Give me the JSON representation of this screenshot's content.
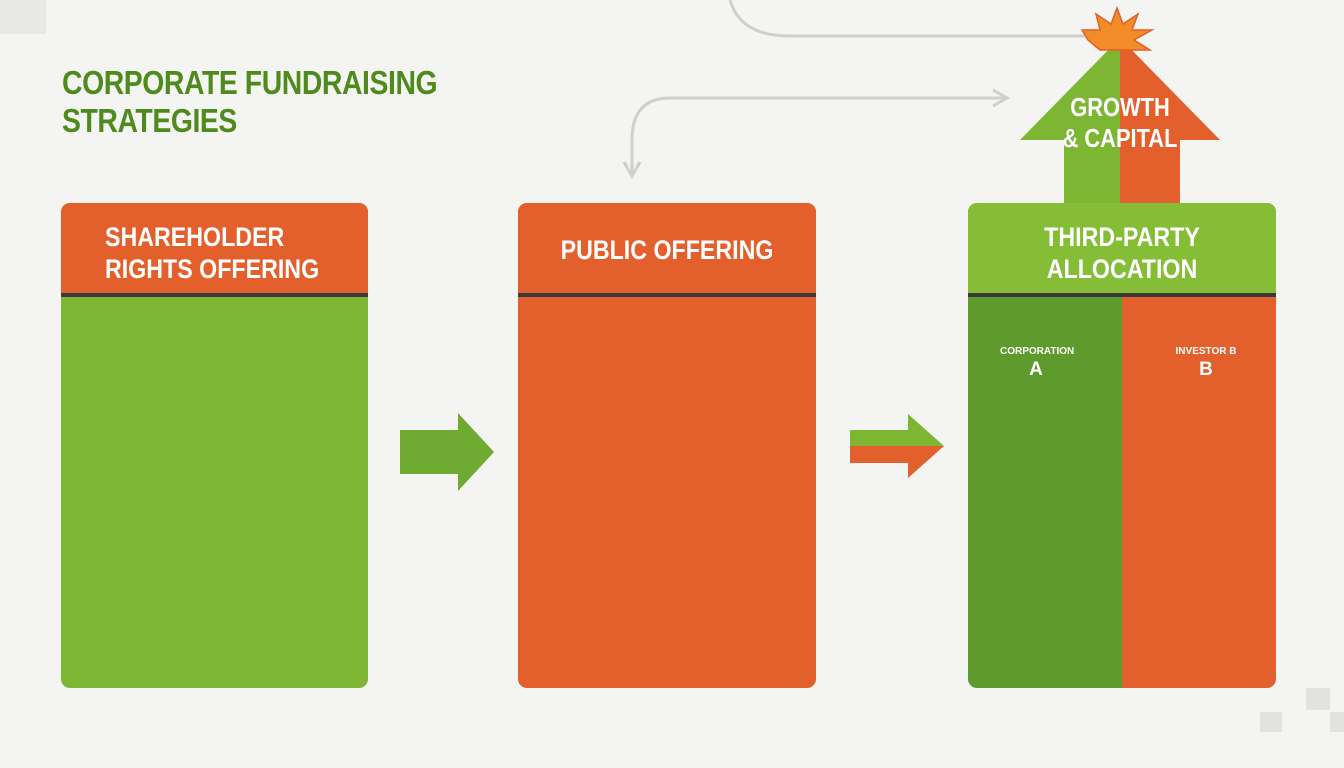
{
  "title": {
    "line1": "CORPORATE FUNDRAISING",
    "line2": "STRATEGIES"
  },
  "cards": [
    {
      "title_line1": "SHAREHOLDER",
      "title_line2": "RIGHTS OFFERING",
      "color": "#7db632",
      "header_color": "#e35f2b"
    },
    {
      "title_line1": "PUBLIC OFFERING",
      "color": "#e35f2b"
    },
    {
      "title_line1": "THIRD-PARTY",
      "title_line2": "ALLOCATION",
      "color_left": "#5e9a2c",
      "color_right": "#e35f2b",
      "header_color": "#86bd36"
    }
  ],
  "growth": {
    "line1": "GROWTH",
    "line2": "& CAPITAL"
  },
  "parties": {
    "left_small": "CORPORATION",
    "left_big": "A",
    "right_small": "INVESTOR B",
    "right_big": "B"
  },
  "colors": {
    "green": "#7db632",
    "dark_green": "#4e8a1c",
    "orange": "#e35f2b",
    "dark": "#3a3a38"
  }
}
